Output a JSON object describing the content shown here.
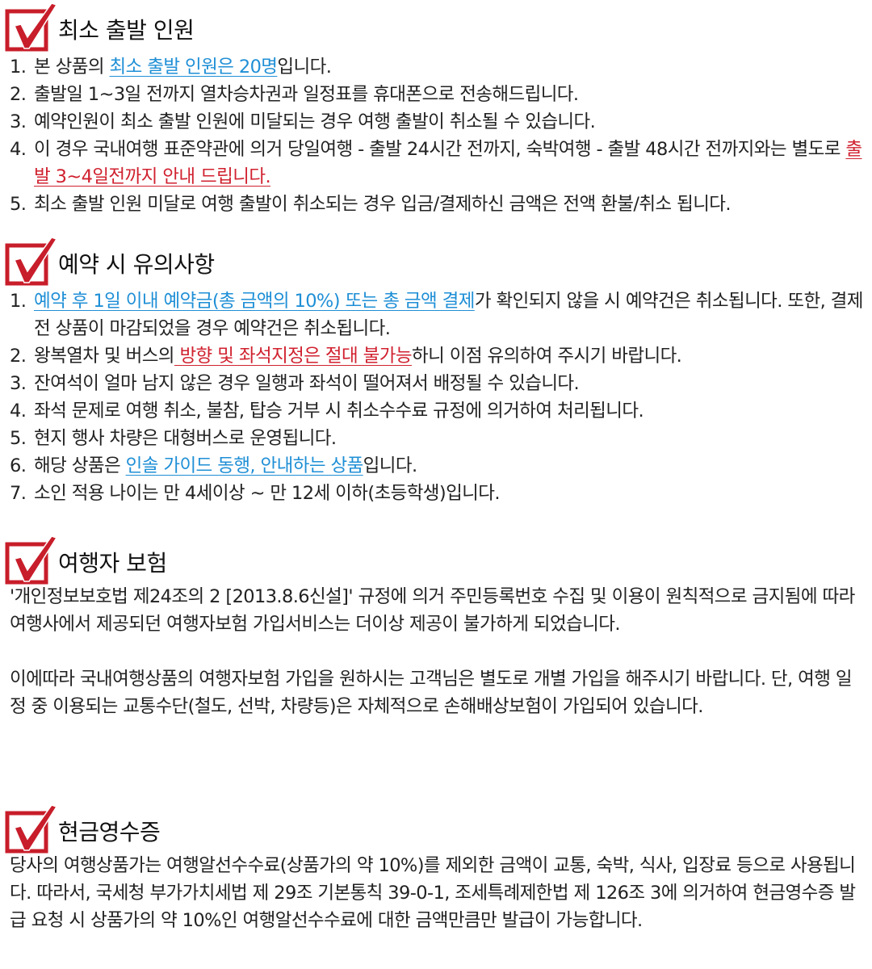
{
  "colors": {
    "accent_red": "#c81d2a",
    "link_blue": "#1f8fd6",
    "highlight_red": "#d0212f"
  },
  "icon": "checkbox-check-icon",
  "sections": [
    {
      "title": "최소 출발 인원",
      "items": [
        {
          "num": "1.",
          "segs": [
            {
              "t": "본 상품의 "
            },
            {
              "t": "최소 출발 인원은 20명",
              "s": "blue"
            },
            {
              "t": "입니다."
            }
          ]
        },
        {
          "num": "2.",
          "segs": [
            {
              "t": "출발일 1~3일 전까지 열차승차권과 일정표를 휴대폰으로 전송해드립니다."
            }
          ]
        },
        {
          "num": "3.",
          "segs": [
            {
              "t": "예약인원이 최소 출발 인원에 미달되는 경우 여행 출발이 취소될 수 있습니다."
            }
          ]
        },
        {
          "num": "4.",
          "segs": [
            {
              "t": "이 경우 국내여행 표준약관에 의거 당일여행 - 출발 24시간 전까지, 숙박여행 - 출발 48시간 전까지와는 별도로 "
            },
            {
              "t": "출발 3~4일전까지 안내 드립니다.",
              "s": "red"
            }
          ]
        },
        {
          "num": "5.",
          "segs": [
            {
              "t": "최소 출발 인원 미달로 여행 출발이 취소되는 경우 입금/결제하신 금액은 전액 환불/취소 됩니다."
            }
          ]
        }
      ]
    },
    {
      "title": "예약 시 유의사항",
      "items": [
        {
          "num": "1.",
          "segs": [
            {
              "t": "예약 후 1일 이내 예약금(총 금액의 10%) 또는 총 금액 결제",
              "s": "blue"
            },
            {
              "t": "가 확인되지 않을 시 예약건은 취소됩니다. 또한, 결제 전 상품이 마감되었을 경우 예약건은 취소됩니다."
            }
          ]
        },
        {
          "num": "2.",
          "segs": [
            {
              "t": "왕복열차 및 버스의"
            },
            {
              "t": " 방향 및 좌석지정은 절대 불가능",
              "s": "red"
            },
            {
              "t": "하니 이점 유의하여 주시기 바랍니다."
            }
          ]
        },
        {
          "num": "3.",
          "segs": [
            {
              "t": "잔여석이 얼마 남지 않은 경우 일행과 좌석이 떨어져서 배정될 수 있습니다."
            }
          ]
        },
        {
          "num": "4.",
          "segs": [
            {
              "t": "좌석 문제로 여행 취소, 불참, 탑승 거부 시 취소수수료 규정에 의거하여 처리됩니다."
            }
          ]
        },
        {
          "num": "5.",
          "segs": [
            {
              "t": "현지 행사 차량은 대형버스로 운영됩니다."
            }
          ]
        },
        {
          "num": "6.",
          "segs": [
            {
              "t": "해당 상품은 "
            },
            {
              "t": "인솔 가이드 동행, 안내하는 상품",
              "s": "blue"
            },
            {
              "t": "입니다."
            }
          ]
        },
        {
          "num": "7.",
          "segs": [
            {
              "t": "소인 적용 나이는 만 4세이상 ~ 만 12세 이하(초등학생)입니다."
            }
          ]
        }
      ]
    },
    {
      "title": "여행자 보험",
      "paras": [
        "'개인정보보호법 제24조의 2 [2013.8.6신설]' 규정에 의거 주민등록번호 수집 및 이용이 원칙적으로 금지됨에 따라 여행사에서 제공되던 여행자보험 가입서비스는 더이상 제공이 불가하게 되었습니다.",
        "",
        "이에따라 국내여행상품의 여행자보험 가입을 원하시는 고객님은 별도로 개별 가입을 해주시기 바랍니다. 단, 여행 일정 중 이용되는 교통수단(철도, 선박, 차량등)은 자체적으로 손해배상보험이 가입되어 있습니다."
      ]
    },
    {
      "title": "현금영수증",
      "paras": [
        "당사의 여행상품가는 여행알선수수료(상품가의 약 10%)를 제외한 금액이 교통, 숙박, 식사, 입장료 등으로 사용됩니다. 따라서, 국세청 부가가치세법 제 29조 기본통칙 39-0-1, 조세특례제한법 제 126조 3에 의거하여 현금영수증 발급 요청 시 상품가의 약 10%인 여행알선수수료에 대한 금액만큼만 발급이 가능합니다."
      ]
    }
  ]
}
